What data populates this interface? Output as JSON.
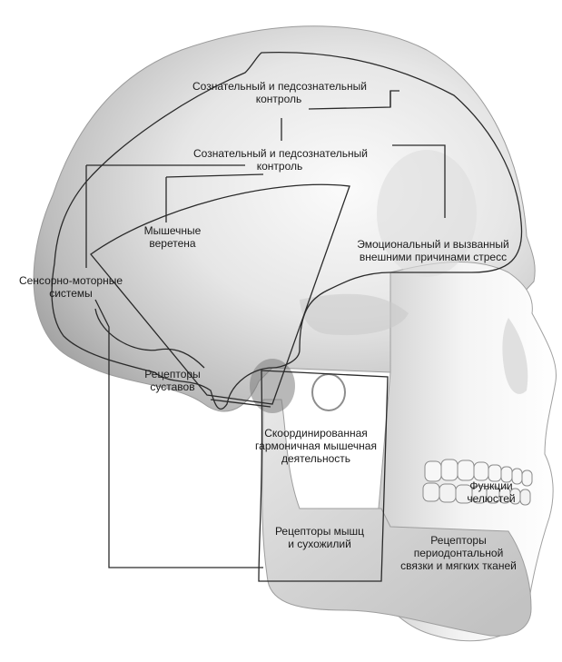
{
  "labels": {
    "conscious_control_top": [
      "Сознательный и педсознательный",
      "контроль"
    ],
    "conscious_control_mid": [
      "Сознательный и педсознательный",
      "контроль"
    ],
    "muscle_spindles": [
      "Мышечные",
      "веретена"
    ],
    "emotional_stress": [
      "Эмоциональный и вызванный",
      "внешними причинами стресс"
    ],
    "sensorimotor": [
      "Сенсорно-моторные",
      "системы"
    ],
    "joint_receptors": [
      "Рецепторы",
      "суставов"
    ],
    "coordinated_activity": [
      "Скоординированная",
      "гармоничная мышечная",
      "деятельность"
    ],
    "jaw_functions": [
      "Функции",
      "челюстей"
    ],
    "muscle_tendon_receptors": [
      "Рецепторы мышц",
      "и сухожилий"
    ],
    "periodontal_receptors": [
      "Рецепторы",
      "периодонтальной",
      "связки и мягких тканей"
    ]
  },
  "colors": {
    "skull_light": "#fafafa",
    "skull_shadow": "#a9a9a9",
    "line": "#2a2a2a",
    "background": "#ffffff"
  }
}
